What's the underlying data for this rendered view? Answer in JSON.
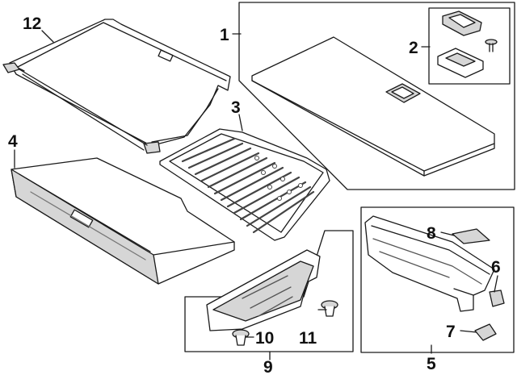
{
  "callouts": {
    "c1": "1",
    "c2": "2",
    "c3": "3",
    "c4": "4",
    "c5": "5",
    "c6": "6",
    "c7": "7",
    "c8": "8",
    "c9": "9",
    "c10": "10",
    "c11": "11",
    "c12": "12"
  },
  "colors": {
    "line": "#1a1a1a",
    "panel": "#ffffff",
    "shade": "#d6d6d6",
    "rib": "#444444"
  }
}
